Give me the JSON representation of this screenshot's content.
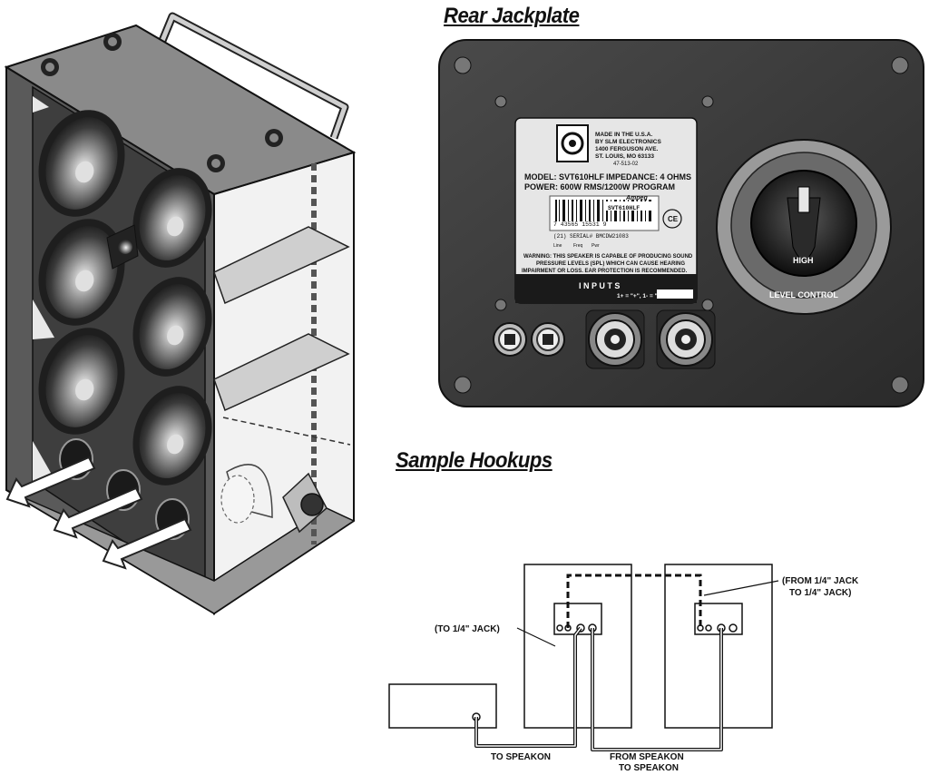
{
  "titles": {
    "rear_jackplate": "Rear Jackplate",
    "sample_hookups": "Sample Hookups"
  },
  "jackplate": {
    "label_lines": [
      "MADE IN THE U.S.A.",
      "BY SLM ELECTRONICS",
      "1400 FERGUSON AVE.",
      "ST. LOUIS, MO 63133",
      "47-513-02"
    ],
    "model": "MODEL: SVT610HLF",
    "impedance": "IMPEDANCE: 4 OHMS",
    "power": "POWER: 600W RMS/1200W PROGRAM",
    "brand": "Ampeg",
    "barcode_number": "7  43565 15531  9",
    "barcode_model": "SVT610HLF",
    "serial": "(21) SERIAL# BMCDW21083",
    "inspection_labels": [
      "Line",
      "Freq",
      "Pwr"
    ],
    "ce_mark": "CE",
    "warning": [
      "WARNING: THIS SPEAKER IS CAPABLE OF PRODUCING SOUND",
      "PRESSURE LEVELS (SPL) WHICH CAN CAUSE HEARING",
      "IMPAIRMENT OR LOSS. EAR PROTECTION IS RECOMMENDED."
    ],
    "inputs_label": "I N P U T S",
    "polarity": "1+ = \"+\", 1- = \"-\"",
    "knob_label": "HIGH",
    "level_control": "LEVEL CONTROL"
  },
  "hookups": {
    "to_jack": "(TO 1/4\" JACK)",
    "from_jack_line1": "(FROM 1/4\" JACK",
    "from_jack_line2": "TO 1/4\" JACK)",
    "to_speakon": "TO SPEAKON",
    "from_speakon": "FROM SPEAKON",
    "to_speakon_2": "TO SPEAKON"
  },
  "colors": {
    "plate": "#3a3a3a",
    "label_bg": "#e6e6e6",
    "cabinet_dark": "#555555",
    "cabinet_light": "#d9d9d9"
  }
}
